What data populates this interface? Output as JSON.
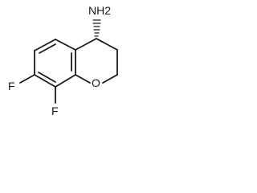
{
  "molecule": {
    "atoms": {
      "amine": "NH2",
      "ring_oxygen": "O",
      "fluorine_7": "F",
      "fluorine_8": "F"
    },
    "stereo": "hashed-wedge",
    "colors": {
      "bond": "#1a1a1a",
      "background": "#ffffff"
    }
  }
}
